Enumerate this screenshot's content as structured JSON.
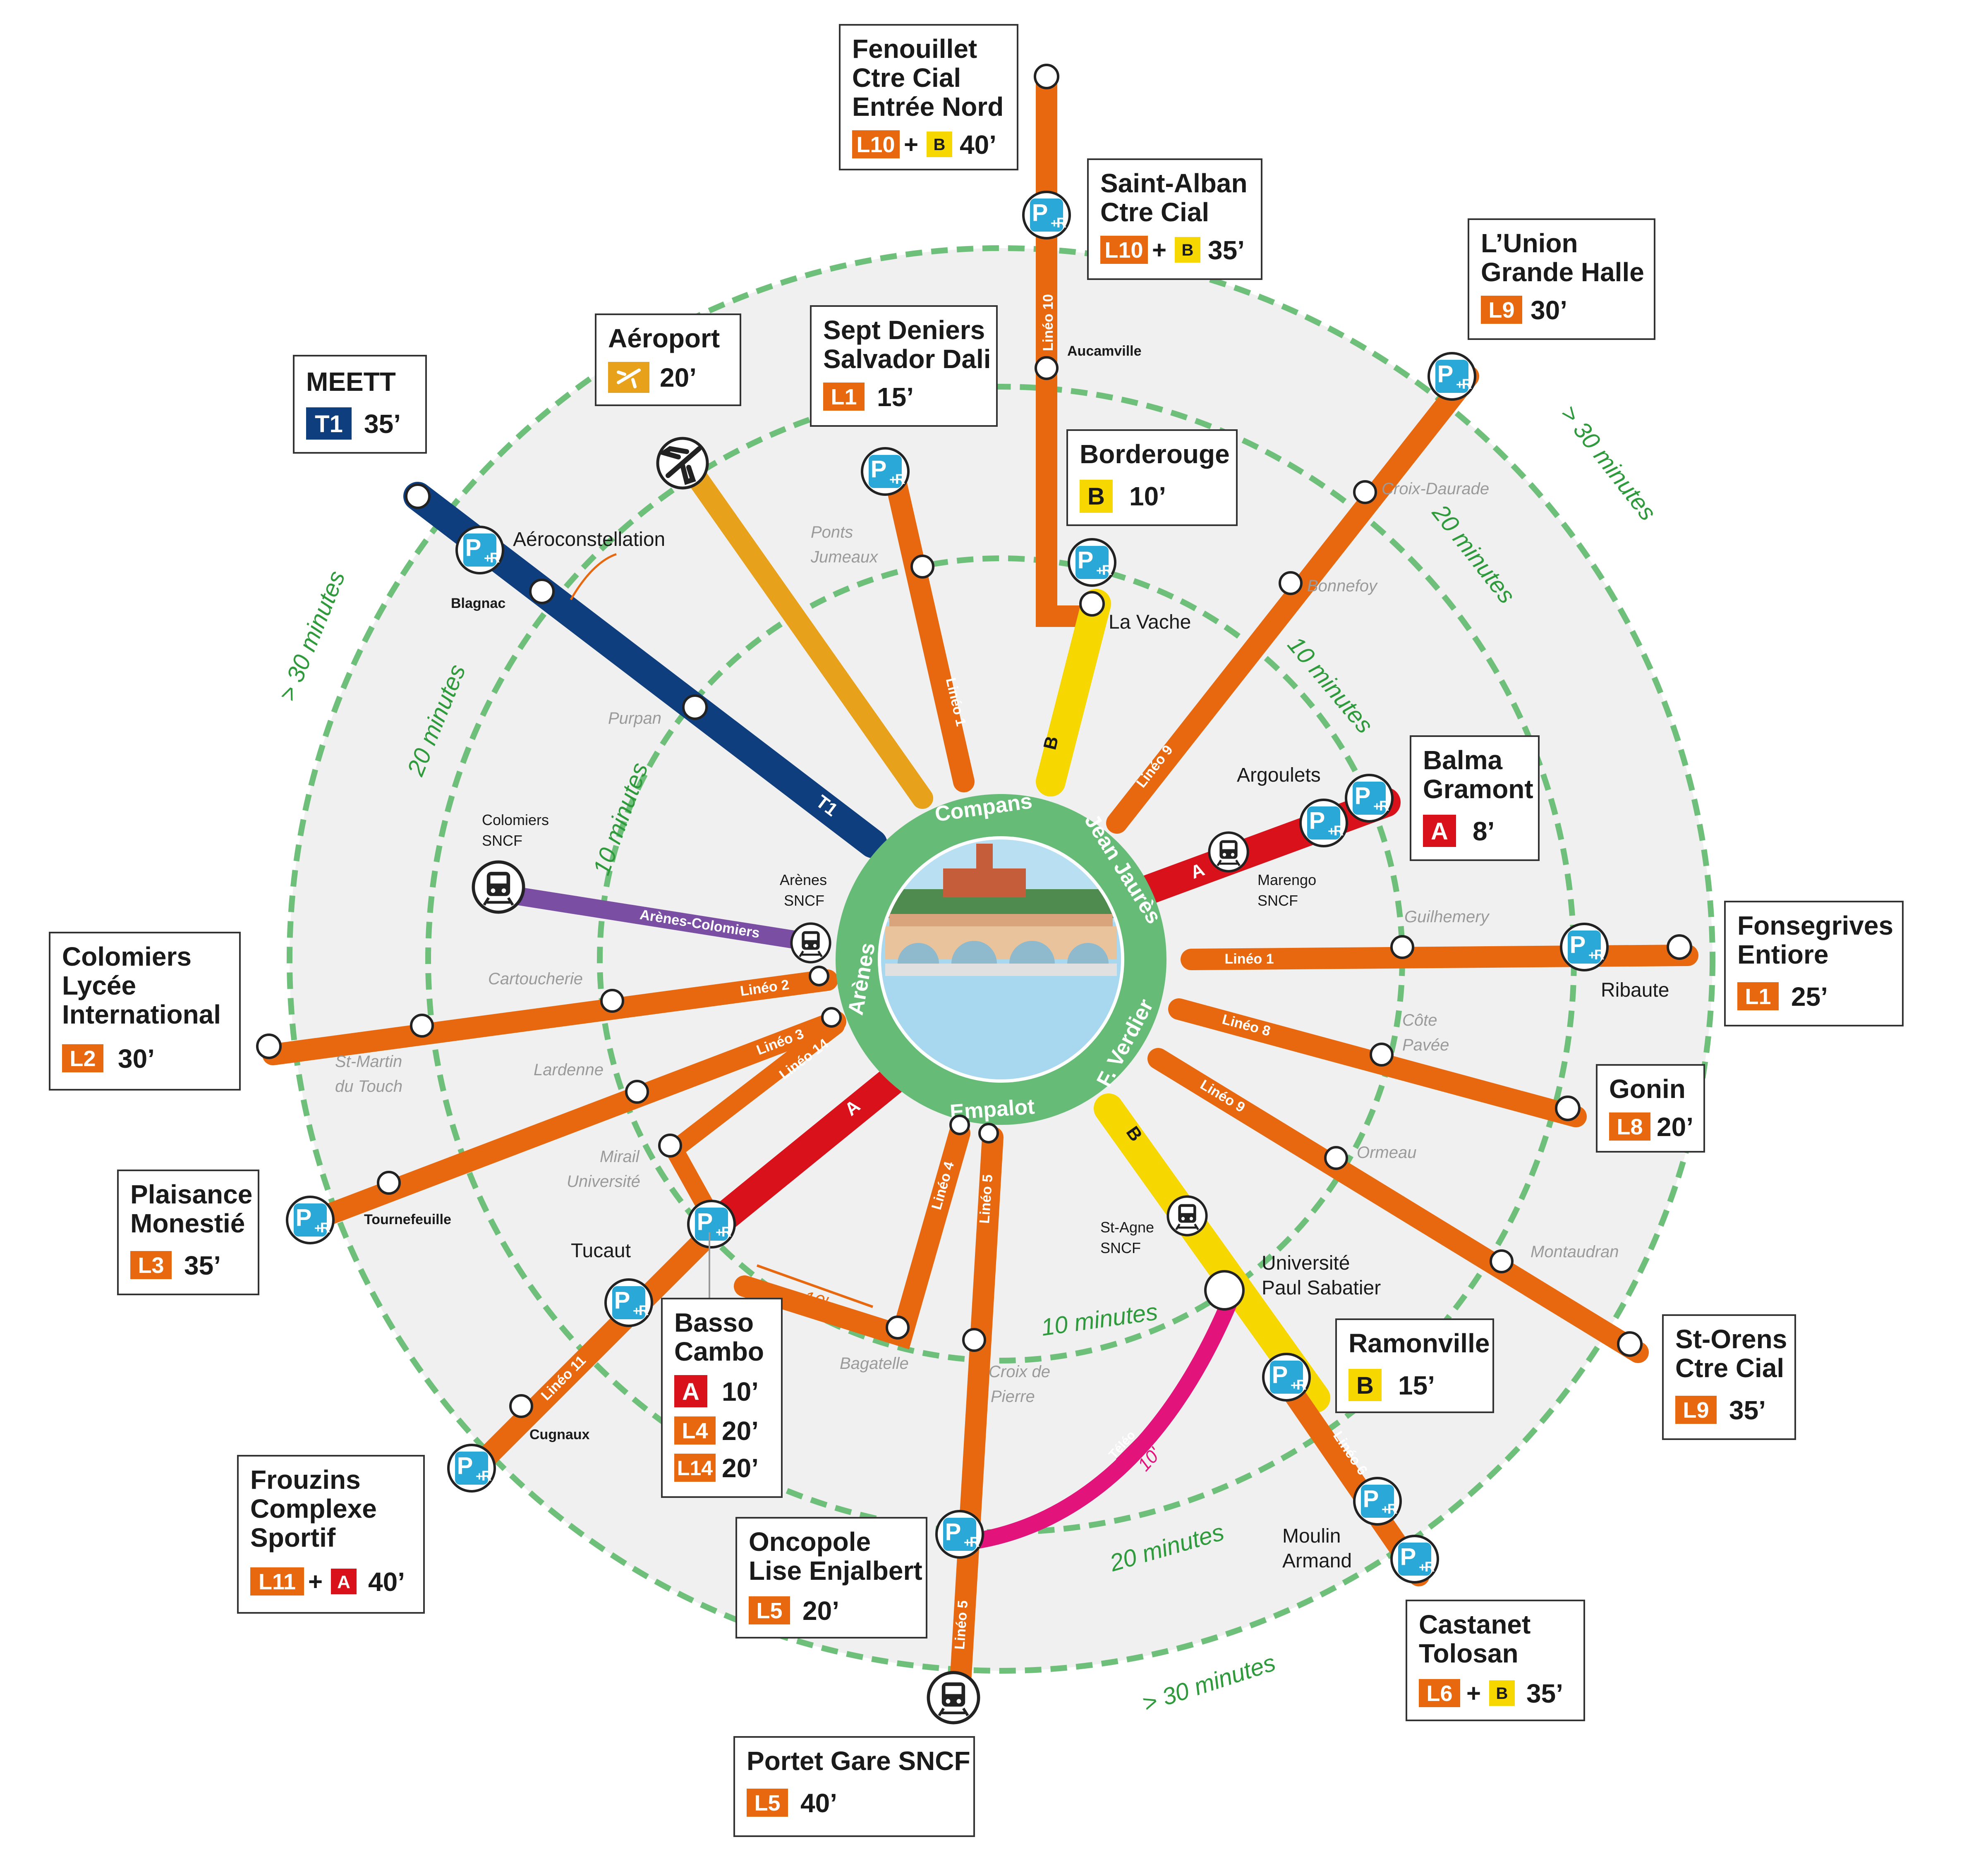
{
  "colors": {
    "orange": "#e8680f",
    "amber": "#e8a11a",
    "yellow": "#f7d700",
    "red": "#d9111b",
    "navy": "#0e3e7e",
    "purple": "#7a4ea2",
    "magenta": "#e2137a",
    "green_ring": "#6ebf7a",
    "hub_green": "#66bb77",
    "pr_blue": "#2aa9d8",
    "bg_disc": "#f0f0f0"
  },
  "rings": {
    "inner": "10 minutes",
    "middle": "20 minutes",
    "outer": "> 30 minutes"
  },
  "hub": {
    "stations": [
      "Compans",
      "Jean Jaurès",
      "F. Verdier",
      "Empalot",
      "Arènes"
    ]
  },
  "lines": {
    "linéo10": "Linéo 10",
    "linéo9": "Linéo 9",
    "linéo1": "Linéo 1",
    "linéo8": "Linéo 8",
    "linéo2": "Linéo 2",
    "linéo3": "Linéo 3",
    "linéo14": "Linéo 14",
    "linéo4": "Linéo 4",
    "linéo5": "Linéo 5",
    "linéo11": "Linéo 11",
    "linéo6": "Linéo 6",
    "arenes_colomiers": "Arènes-Colomiers",
    "teleo": "Téléo",
    "t1": "T1",
    "metro_a": "A",
    "metro_b": "B",
    "ten": "10'",
    "teleo10": "10'"
  },
  "stops": {
    "aucamville": "Aucamville",
    "la_vache": "La Vache",
    "croix_daurade": "Croix-Daurade",
    "bonnefoy": "Bonnefoy",
    "argoulets": "Argoulets",
    "marengo": "Marengo",
    "marengo2": "SNCF",
    "guilhemery": "Guilhemery",
    "ribaute": "Ribaute",
    "cote": "Côte",
    "cote2": "Pavée",
    "ormeau": "Ormeau",
    "montaudran": "Montaudran",
    "st_agne": "St-Agne",
    "st_agne2": "SNCF",
    "univ1": "Université",
    "univ2": "Paul Sabatier",
    "moulin1": "Moulin",
    "moulin2": "Armand",
    "croix_pierre1": "Croix de",
    "croix_pierre2": "Pierre",
    "bagatelle": "Bagatelle",
    "tucaut": "Tucaut",
    "cugnaux": "Cugnaux",
    "tournefeuille": "Tournefeuille",
    "mirail1": "Mirail",
    "mirail2": "Université",
    "lardenne": "Lardenne",
    "st_martin1": "St-Martin",
    "st_martin2": "du Touch",
    "cartoucherie": "Cartoucherie",
    "colomiers_sncf1": "Colomiers",
    "colomiers_sncf2": "SNCF",
    "arenes_sncf1": "Arènes",
    "arenes_sncf2": "SNCF",
    "purpan": "Purpan",
    "blagnac": "Blagnac",
    "aeroconstellation": "Aéroconstellation",
    "ponts1": "Ponts",
    "ponts2": "Jumeaux"
  },
  "boxes": {
    "fenouillet": {
      "l1": "Fenouillet",
      "l2": "Ctre Cial",
      "l3": "Entrée Nord",
      "badge": "L10",
      "plus": "+",
      "badge2": "B",
      "time": "40’"
    },
    "saint_alban": {
      "l1": "Saint-Alban",
      "l2": "Ctre Cial",
      "badge": "L10",
      "plus": "+",
      "badge2": "B",
      "time": "35’"
    },
    "lunion": {
      "l1": "L’Union",
      "l2": "Grande Halle",
      "badge": "L9",
      "time": "30’"
    },
    "borderouge": {
      "l1": "Borderouge",
      "badge": "B",
      "time": "10’"
    },
    "sept_deniers": {
      "l1": "Sept Deniers",
      "l2": "Salvador Dali",
      "badge": "L1",
      "time": "15’"
    },
    "aeroport": {
      "l1": "Aéroport",
      "time": "20’"
    },
    "meett": {
      "l1": "MEETT",
      "badge": "T1",
      "time": "35’"
    },
    "balma": {
      "l1": "Balma",
      "l2": "Gramont",
      "badge": "A",
      "time": "8’"
    },
    "fonsegrives": {
      "l1": "Fonsegrives",
      "l2": "Entiore",
      "badge": "L1",
      "time": "25’"
    },
    "gonin": {
      "l1": "Gonin",
      "badge": "L8",
      "time": "20’"
    },
    "st_orens": {
      "l1": "St-Orens",
      "l2": "Ctre Cial",
      "badge": "L9",
      "time": "35’"
    },
    "ramonville": {
      "l1": "Ramonville",
      "badge": "B",
      "time": "15’"
    },
    "castanet": {
      "l1": "Castanet",
      "l2": "Tolosan",
      "badge": "L6",
      "plus": "+",
      "badge2": "B",
      "time": "35’"
    },
    "oncopole": {
      "l1": "Oncopole",
      "l2": "Lise Enjalbert",
      "badge": "L5",
      "time": "20’"
    },
    "portet": {
      "l1": "Portet Gare SNCF",
      "badge": "L5",
      "time": "40’"
    },
    "basso": {
      "l1": "Basso",
      "l2": "Cambo",
      "badge": "A",
      "time": "10’",
      "badge2": "L4",
      "time2": "20’",
      "badge3": "L14",
      "time3": "20’"
    },
    "frouzins": {
      "l1": "Frouzins",
      "l2": "Complexe",
      "l3": "Sportif",
      "badge": "L11",
      "plus": "+",
      "badge2": "A",
      "time": "40’"
    },
    "plaisance": {
      "l1": "Plaisance",
      "l2": "Monestié",
      "badge": "L3",
      "time": "35’"
    },
    "colomiers": {
      "l1": "Colomiers",
      "l2": "Lycée",
      "l3": "International",
      "badge": "L2",
      "time": "30’"
    }
  },
  "icons": {
    "park_ride": "P+R",
    "plane": "plane-icon",
    "train": "train-icon"
  }
}
